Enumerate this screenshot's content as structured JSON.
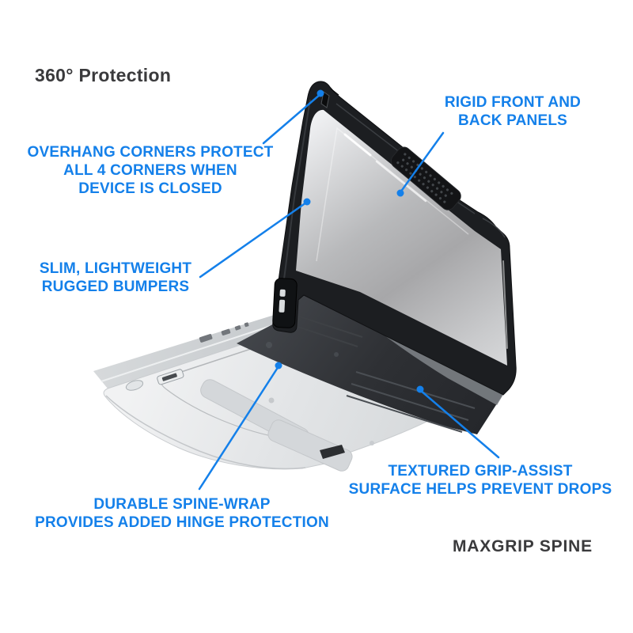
{
  "title": "360° Protection",
  "product_label": "MAXGRIP SPINE",
  "colors": {
    "accent_blue": "#1480ea",
    "heading_dark": "#3a3a3c",
    "background": "#ffffff",
    "case_bumper_black": "#1c1e21",
    "spine_charcoal": "#2e3034",
    "panel_gray": "#ababad"
  },
  "callouts": {
    "overhang": {
      "lines": [
        "OVERHANG CORNERS PROTECT",
        "ALL 4 CORNERS WHEN",
        "DEVICE IS CLOSED"
      ]
    },
    "rigid": {
      "lines": [
        "RIGID FRONT AND",
        "BACK PANELS"
      ]
    },
    "slim": {
      "lines": [
        "SLIM, LIGHTWEIGHT",
        "RUGGED BUMPERS"
      ]
    },
    "textured": {
      "lines": [
        "TEXTURED GRIP-ASSIST",
        "SURFACE HELPS PREVENT DROPS"
      ]
    },
    "durable": {
      "lines": [
        "DURABLE SPINE-WRAP",
        "PROVIDES ADDED HINGE PROTECTION"
      ]
    }
  }
}
